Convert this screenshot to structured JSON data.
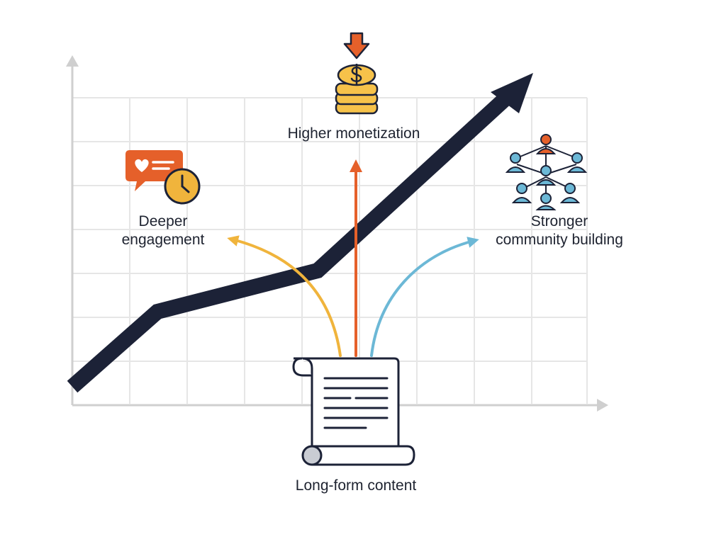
{
  "labels": {
    "monetization": "Higher monetization",
    "engagement_line1": "Deeper",
    "engagement_line2": "engagement",
    "community_line1": "Stronger",
    "community_line2": "community building",
    "content": "Long-form content"
  },
  "icons": {
    "monetization": "coin-stack-arrow-icon",
    "engagement": "chat-heart-clock-icon",
    "community": "people-network-icon",
    "content": "document-scroll-icon"
  },
  "colors": {
    "trend": "#1c2237",
    "orange": "#e5602a",
    "yellow": "#f0b43c",
    "blue": "#6cb8d6",
    "coin": "#f6c24a",
    "grid": "#e6e6e6",
    "axis": "#cfcfcf"
  }
}
